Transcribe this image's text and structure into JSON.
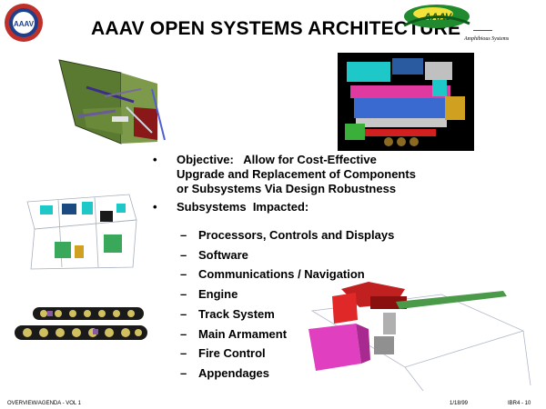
{
  "header": {
    "title": "AAAV OPEN SYSTEMS ARCHITECTURE",
    "logo_text": "AAAV",
    "division": "Amphibious Systems"
  },
  "objective": {
    "bullet": "•",
    "label": "Objective:",
    "text": "Allow for Cost-Effective Upgrade and Replacement of Components or Subsystems Via Design Robustness",
    "line1": "Objective:   Allow for Cost-Effective",
    "line2": "Upgrade and Replacement of Components",
    "line3": "or Subsystems Via Design Robustness"
  },
  "subsystems": {
    "bullet": "•",
    "label": "Subsystems  Impacted:",
    "dash": "–",
    "items": [
      "Processors, Controls and Displays",
      "Software",
      "Communications / Navigation",
      "Engine",
      "Track System",
      "Main Armament",
      "Fire Control",
      "Appendages"
    ]
  },
  "footer": {
    "left": "OVERVIEW/AGENDA - VOL 1",
    "date": "1/18/99",
    "page": "IBR4 - 10"
  },
  "colors": {
    "hull_green": "#5a7a32",
    "engine_bg": "#000000",
    "turret_red": "#c02020",
    "gun_green": "#4a9a4a",
    "magenta": "#e040c0"
  }
}
